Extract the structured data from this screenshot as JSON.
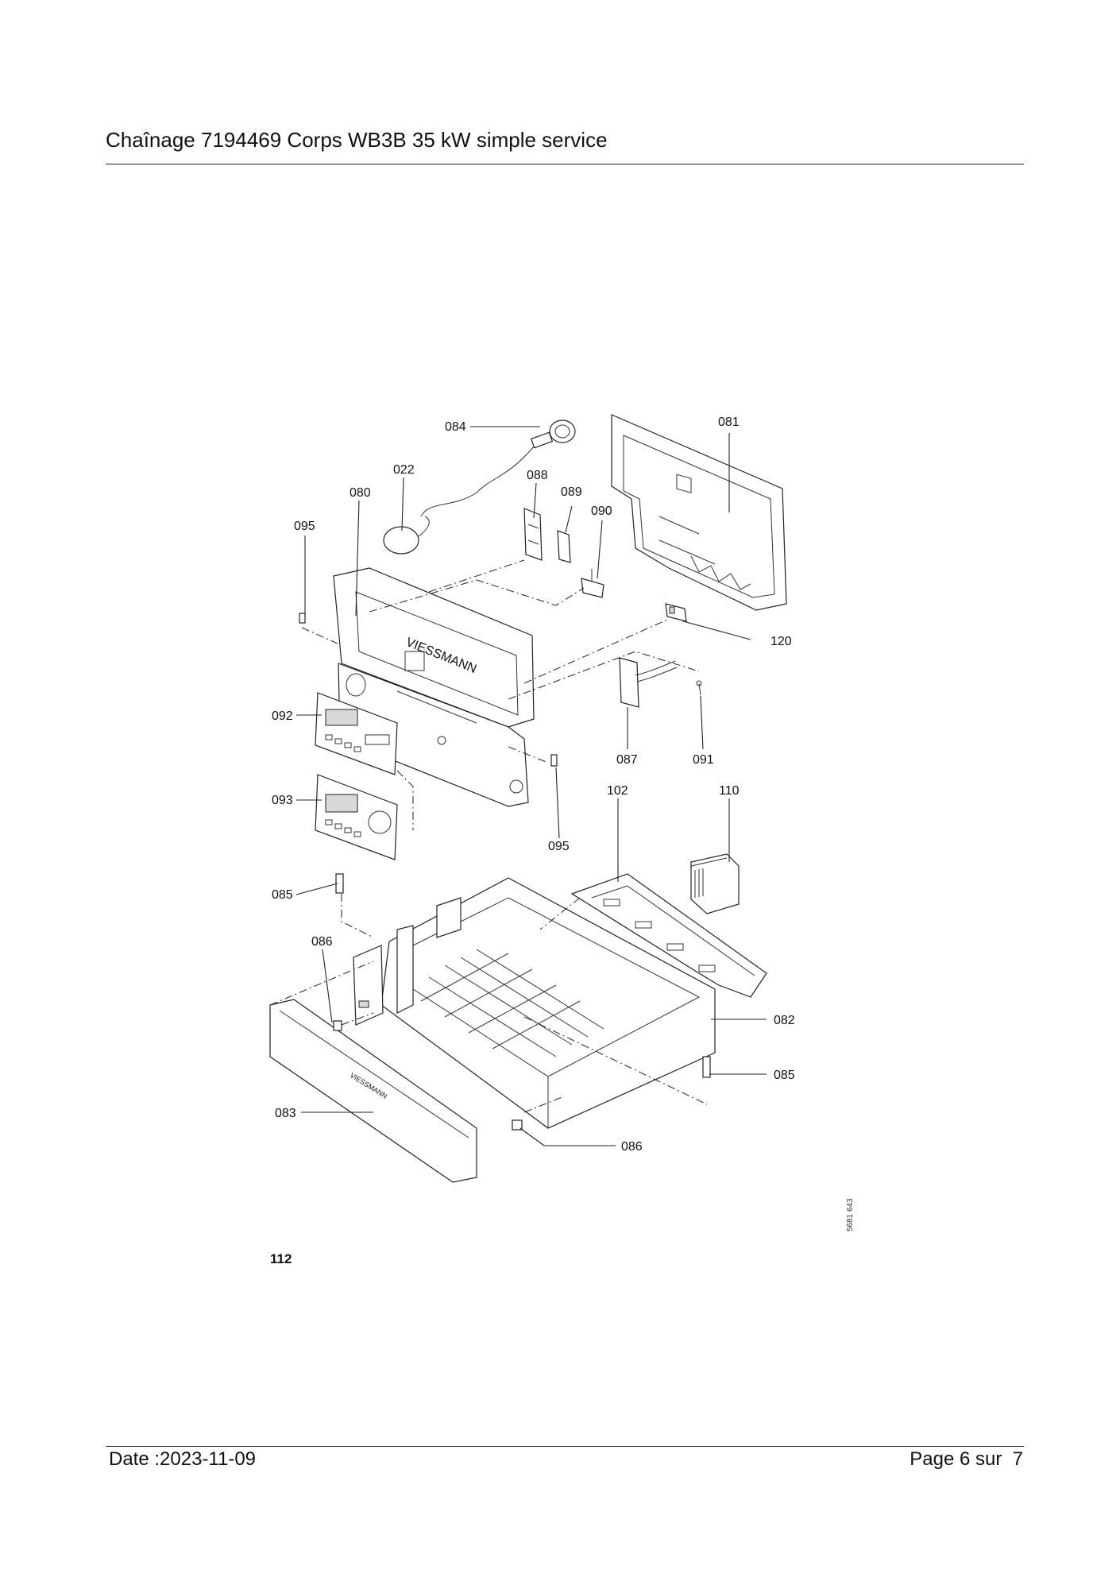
{
  "header": {
    "title": "Chaînage 7194469 Corps WB3B 35 kW simple service"
  },
  "figure": {
    "labels": {
      "l084": "084",
      "l081": "081",
      "l022": "022",
      "l088": "088",
      "l080": "080",
      "l089": "089",
      "l090": "090",
      "l095a": "095",
      "l120": "120",
      "l092": "092",
      "l087": "087",
      "l091": "091",
      "l093": "093",
      "l095b": "095",
      "l102": "102",
      "l110": "110",
      "l085a": "085",
      "l086a": "086",
      "l082": "082",
      "l085b": "085",
      "l083": "083",
      "l086b": "086"
    },
    "drawing_number": "5681 643",
    "figure_number": "112"
  },
  "footer": {
    "date": "Date :2023-11-09",
    "page": "Page 6 sur  7"
  }
}
